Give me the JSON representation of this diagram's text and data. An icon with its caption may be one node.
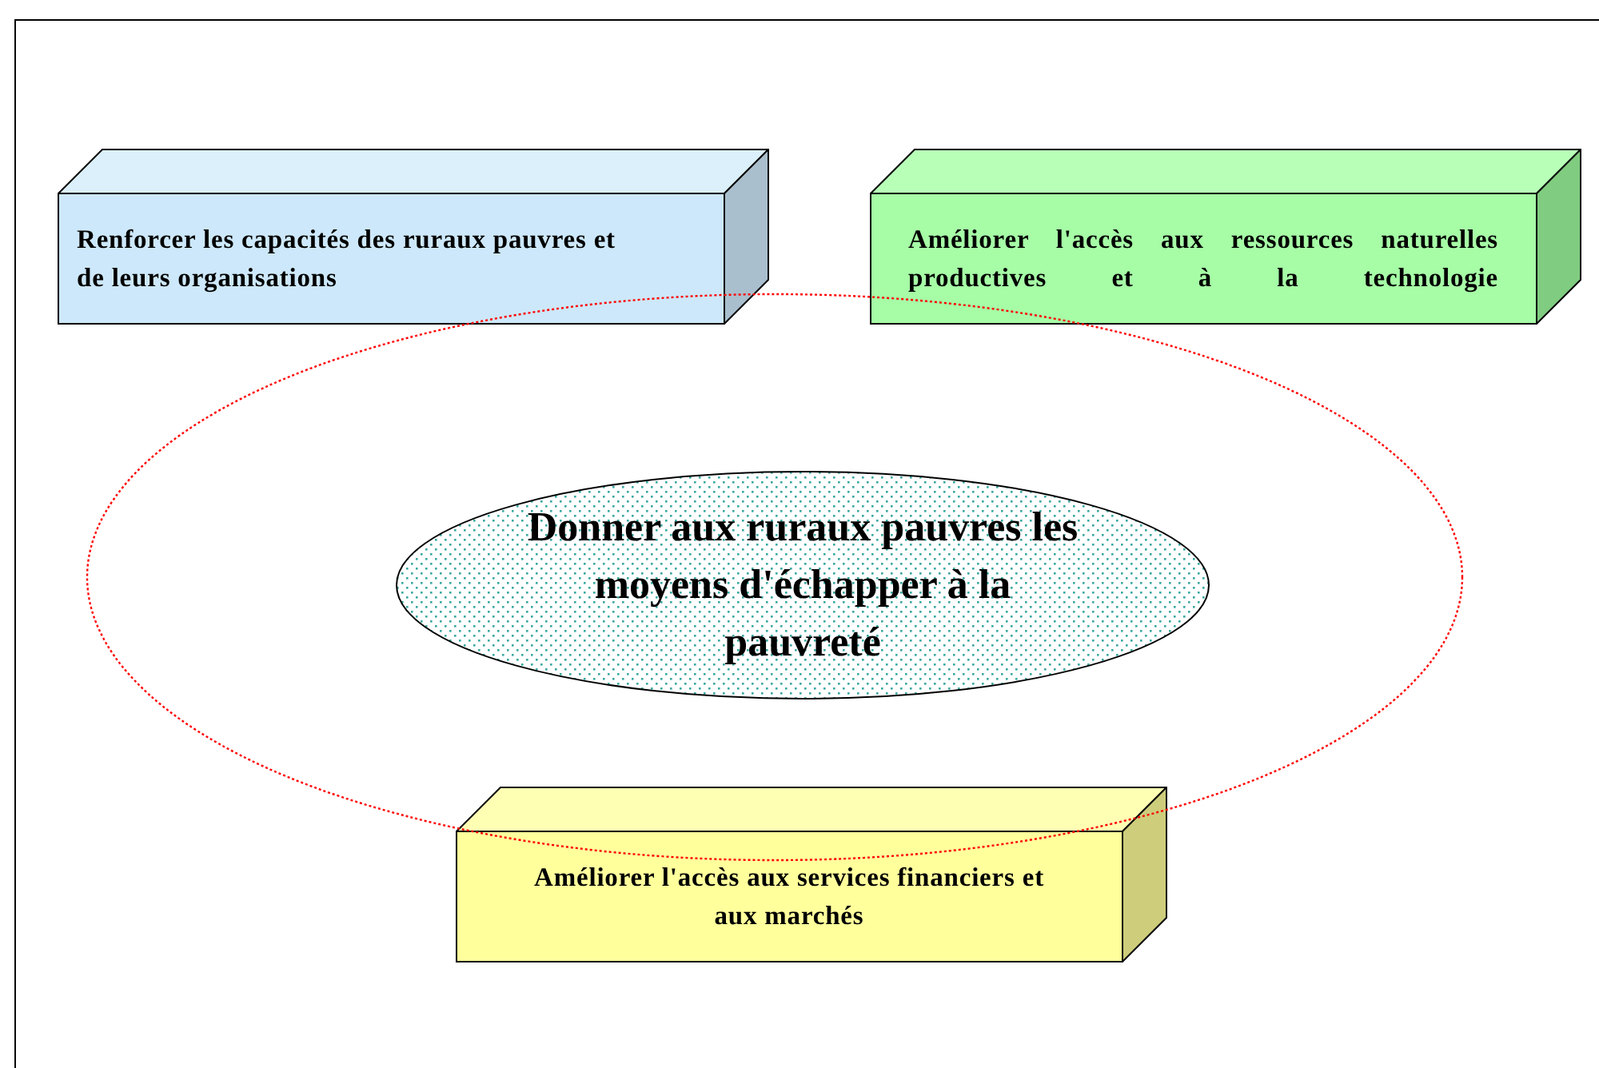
{
  "diagram": {
    "nodes": [
      {
        "text": [
          "Renforcer les capacités des ruraux pauvres et de leurs organisations"
        ]
      },
      {
        "text": [
          "Améliorer l'accès aux ressources naturelles productives et à la technologie"
        ]
      },
      {
        "text": [
          "Donner aux ruraux pauvres les moyens d'échapper à la pauvreté"
        ]
      },
      {
        "text": [
          "Améliorer l'accès aux services financiers et aux marchés"
        ]
      }
    ]
  }
}
